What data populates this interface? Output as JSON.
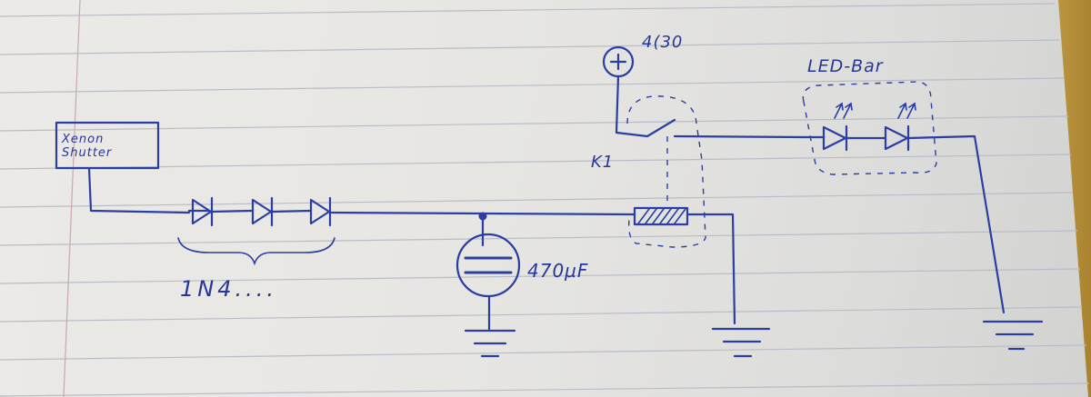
{
  "labels": {
    "xenon_shutter": "Xenon Shutter",
    "diode_type": "1N4....",
    "capacitor_value": "470µF",
    "supply_voltage": "4(30",
    "relay_designator": "K1",
    "led_bar": "LED-Bar"
  },
  "colors": {
    "ink": "#2a3ea3",
    "paper": "#e9e8e4",
    "rules": "#b9bcc7"
  }
}
